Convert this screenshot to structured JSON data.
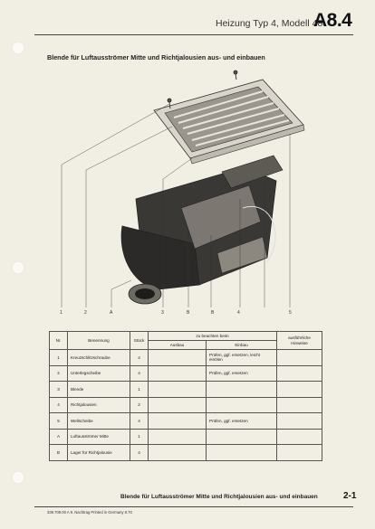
{
  "header": {
    "title": "Heizung Typ 4, Modell 48",
    "code": "A8.4"
  },
  "section_title": "Blende für Luftausströmer Mitte und Richtjalousien aus- und einbauen",
  "callouts": [
    "1",
    "2",
    "A",
    "3",
    "B",
    "B",
    "4",
    "5"
  ],
  "table": {
    "headers": {
      "nr": "Nr.",
      "benennung": "Benennung",
      "stueck": "Stück",
      "group": "zu beachten beim",
      "ausbau": "Ausbau",
      "einbau": "Einbau",
      "hinweise": "ausführliche Hinweise"
    },
    "rows": [
      {
        "nr": "1",
        "benennung": "Kreuzschlitzschraube",
        "stueck": "4",
        "ausbau": "",
        "einbau": "Prüfen, ggf. ersetzen, leicht einölen",
        "hinweise": ""
      },
      {
        "nr": "2",
        "benennung": "Unterlegscheibe",
        "stueck": "4",
        "ausbau": "",
        "einbau": "Prüfen, ggf. ersetzen",
        "hinweise": ""
      },
      {
        "nr": "3",
        "benennung": "Blende",
        "stueck": "1",
        "ausbau": "",
        "einbau": "",
        "hinweise": ""
      },
      {
        "nr": "4",
        "benennung": "Richtjalousien",
        "stueck": "2",
        "ausbau": "",
        "einbau": "",
        "hinweise": ""
      },
      {
        "nr": "5",
        "benennung": "Wellscheibe",
        "stueck": "4",
        "ausbau": "",
        "einbau": "Prüfen, ggf. ersetzen",
        "hinweise": ""
      },
      {
        "nr": "A",
        "benennung": "Luftausströmer Mitte",
        "stueck": "1",
        "ausbau": "",
        "einbau": "",
        "hinweise": ""
      },
      {
        "nr": "B",
        "benennung": "Lager für Richtjalousie",
        "stueck": "4",
        "ausbau": "",
        "einbau": "",
        "hinweise": ""
      }
    ]
  },
  "footer": {
    "title": "Blende für Luftausströmer Mitte und Richtjalousien aus- und einbauen",
    "page": "2-1",
    "print": "339.709.00 A 9. Nachtrag Printed in Germany 8.70"
  }
}
